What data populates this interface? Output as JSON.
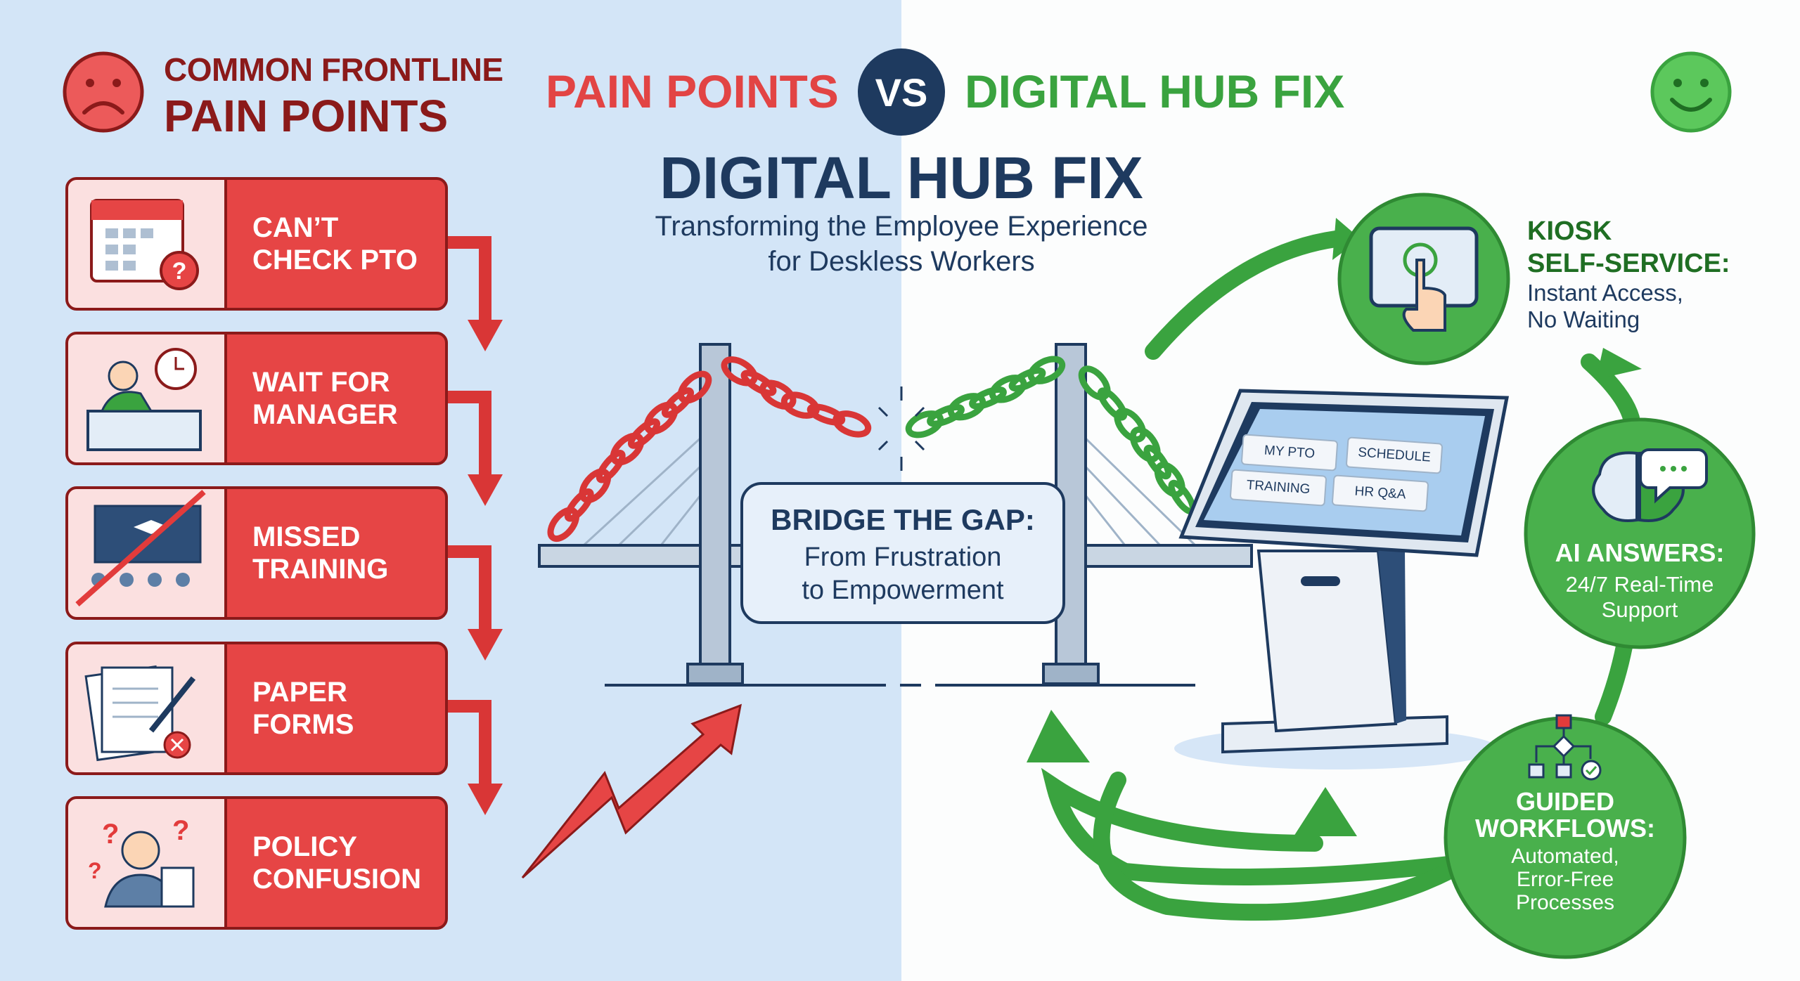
{
  "header": {
    "left_title_line1": "COMMON FRONTLINE",
    "left_title_line2": "PAIN POINTS",
    "banner_left": "PAIN POINTS",
    "vs": "VS",
    "banner_right": "DIGITAL HUB FIX"
  },
  "center": {
    "title": "DIGITAL HUB FIX",
    "subtitle_line1": "Transforming the Employee Experience",
    "subtitle_line2": "for Deskless Workers"
  },
  "pain_points": [
    {
      "line1": "CAN’T",
      "line2": "CHECK PTO",
      "icon": "calendar-question-icon"
    },
    {
      "line1": "WAIT FOR",
      "line2": "MANAGER",
      "icon": "waiting-clock-icon"
    },
    {
      "line1": "MISSED",
      "line2": "TRAINING",
      "icon": "training-crossed-icon"
    },
    {
      "line1": "PAPER",
      "line2": "FORMS",
      "icon": "paper-forms-icon"
    },
    {
      "line1": "POLICY",
      "line2": "CONFUSION",
      "icon": "confused-person-icon"
    }
  ],
  "bridge": {
    "title": "BRIDGE THE GAP:",
    "line1": "From Frustration",
    "line2": "to Empowerment"
  },
  "kiosk_screen": {
    "buttons": [
      "MY PTO",
      "SCHEDULE",
      "TRAINING",
      "HR Q&A"
    ]
  },
  "features": {
    "kiosk": {
      "title1": "KIOSK",
      "title2": "SELF-SERVICE:",
      "desc1": "Instant Access,",
      "desc2": "No Waiting"
    },
    "ai": {
      "title": "AI ANSWERS:",
      "desc1": "24/7 Real-Time",
      "desc2": "Support"
    },
    "guided": {
      "title1": "GUIDED",
      "title2": "WORKFLOWS:",
      "desc1": "Automated,",
      "desc2": "Error-Free",
      "desc3": "Processes"
    }
  },
  "colors": {
    "pain_red": "#e64545",
    "dark_red": "#8b1a1a",
    "navy": "#1e3a5f",
    "fix_green": "#3aa33f",
    "left_bg": "#d3e5f7"
  }
}
